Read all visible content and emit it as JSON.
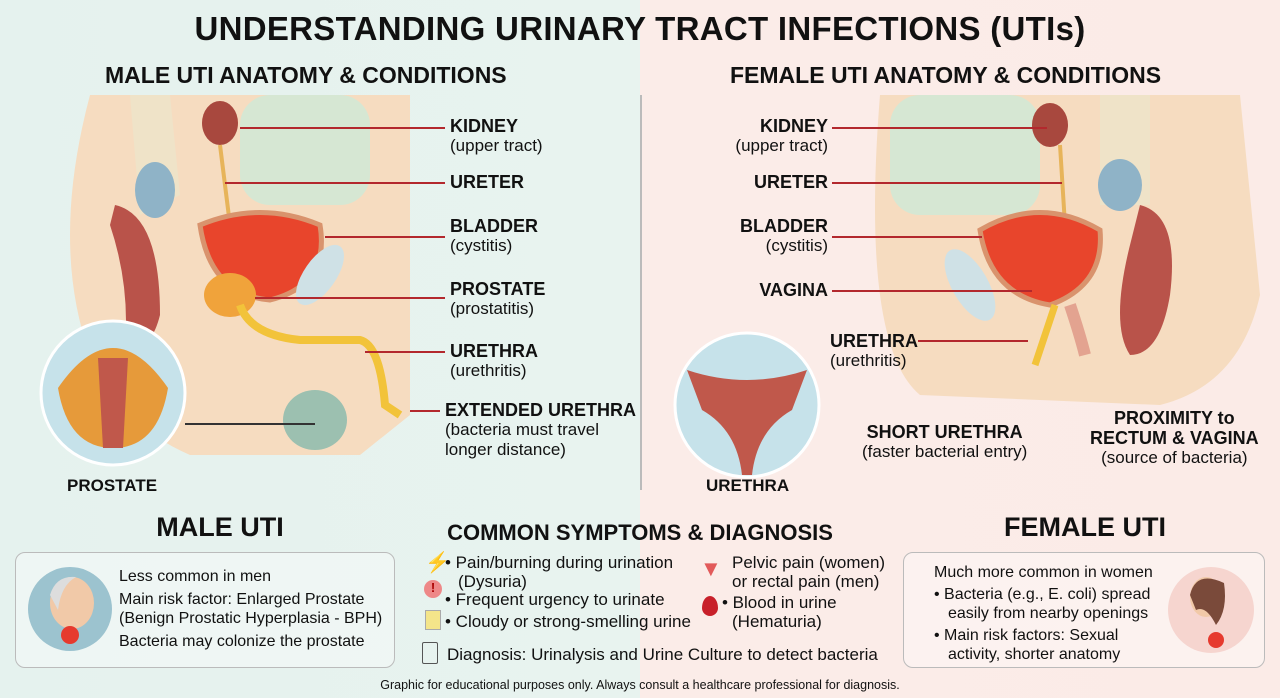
{
  "title": "UNDERSTANDING URINARY TRACT INFECTIONS (UTIs)",
  "male": {
    "heading": "MALE UTI ANATOMY & CONDITIONS",
    "labels": [
      {
        "name": "KIDNEY",
        "sub": "(upper tract)"
      },
      {
        "name": "URETER"
      },
      {
        "name": "BLADDER",
        "sub": "(cystitis)"
      },
      {
        "name": "PROSTATE",
        "sub": "(prostatitis)"
      },
      {
        "name": "URETHRA",
        "sub": "(urethritis)"
      },
      {
        "name": "EXTENDED URETHRA",
        "sub": "(bacteria must travel",
        "sub2": "longer distance)"
      }
    ],
    "inset_label": "PROSTATE"
  },
  "female": {
    "heading": "FEMALE UTI ANATOMY & CONDITIONS",
    "labels": [
      {
        "name": "KIDNEY",
        "sub": "(upper tract)"
      },
      {
        "name": "URETER"
      },
      {
        "name": "BLADDER",
        "sub": "(cystitis)"
      },
      {
        "name": "VAGINA"
      },
      {
        "name": "URETHRA",
        "sub": "(urethritis)"
      },
      {
        "name": "SHORT URETHRA",
        "sub": "(faster bacterial entry)"
      },
      {
        "name": "PROXIMITY to",
        "name2": "RECTUM & VAGINA",
        "sub": "(source of bacteria)"
      }
    ],
    "inset_label": "URETHRA"
  },
  "male_uti": {
    "heading": "MALE UTI",
    "lines": [
      "Less common in men",
      "Main risk factor: Enlarged Prostate",
      "(Benign Prostatic Hyperplasia - BPH)",
      "Bacteria may colonize the prostate"
    ]
  },
  "symptoms": {
    "heading": "COMMON SYMPTOMS & DIAGNOSIS",
    "items": [
      "• Pain/burning during urination",
      "(Dysuria)",
      "• Frequent urgency to urinate",
      "• Cloudy or strong-smelling urine",
      "Pelvic pain (women)",
      "or rectal pain (men)",
      "• Blood in urine",
      "(Hematuria)"
    ],
    "diagnosis": "Diagnosis: Urinalysis and Urine Culture to detect bacteria"
  },
  "female_uti": {
    "heading": "FEMALE UTI",
    "lines": [
      "Much more common in women",
      "• Bacteria (e.g., E. coli) spread",
      "easily from nearby openings",
      "• Main risk factors: Sexual",
      "activity, shorter anatomy"
    ]
  },
  "footer": "Graphic for educational purposes only. Always consult a healthcare professional for diagnosis.",
  "colors": {
    "accent": "#b3282d",
    "male_bg": "#e5f2ee",
    "female_bg": "#fbebe7"
  }
}
